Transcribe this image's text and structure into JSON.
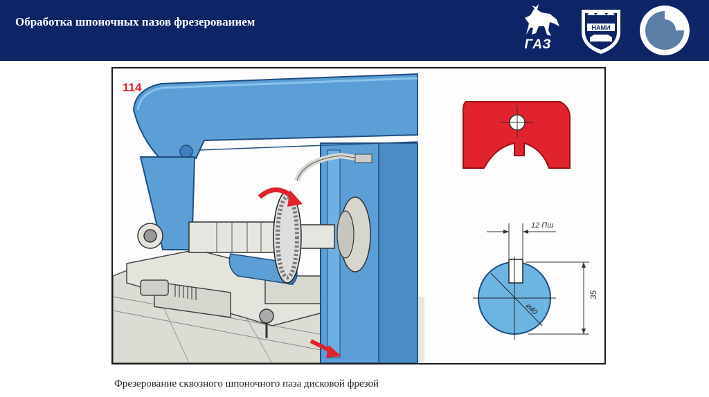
{
  "header": {
    "title": "Обработка шпоночных пазов фрезерованием",
    "background_color": "#0d2466"
  },
  "logos": {
    "gaz": {
      "text": "ГАЗ",
      "icon": "deer-icon"
    },
    "nami": {
      "text": "НАМИ",
      "icon": "shield-icon"
    },
    "round": {
      "icon": "circle-logo-icon"
    }
  },
  "figure": {
    "number": "114",
    "dimensions": {
      "slot_width": "12 Пш",
      "diameter": "⌀40",
      "depth": "35"
    },
    "caption": "Фрезерование сквозного шпоночного паза дисковой фрезой"
  },
  "colors": {
    "machine_blue": "#5b9fd6",
    "accent_red": "#e0232d",
    "section_blue": "#6cb5e3"
  }
}
